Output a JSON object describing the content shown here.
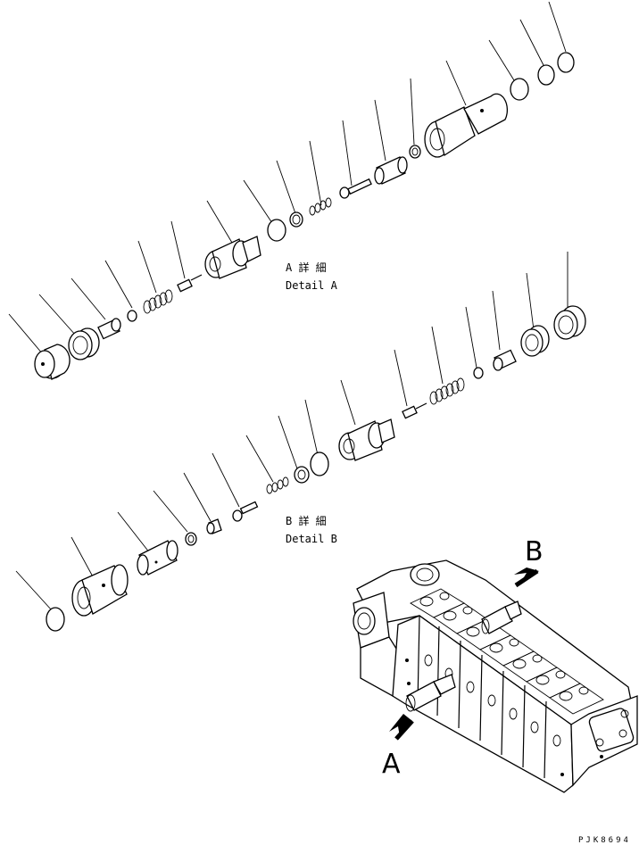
{
  "detail_a": {
    "jp": "A 詳 細",
    "en": "Detail A"
  },
  "detail_b": {
    "jp": "B 詳 細",
    "en": "Detail B"
  },
  "callouts": {
    "a": "A",
    "b": "B"
  },
  "drawing_code": "PJK8694"
}
